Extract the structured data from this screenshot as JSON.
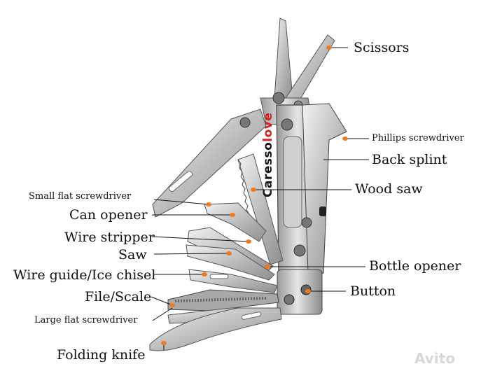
{
  "brand": {
    "part1": "Caresso",
    "part2": "love",
    "color_dark": "#151515",
    "color_accent": "#d42020"
  },
  "watermark": "Avito",
  "pointer_color": "#f07a22",
  "labels": {
    "scissors": "Scissors",
    "phillips": "Phillips screwdriver",
    "back_splint": "Back splint",
    "wood_saw": "Wood saw",
    "small_flat": "Small flat screwdriver",
    "can_opener": "Can opener",
    "wire_stripper": "Wire stripper",
    "saw": "Saw",
    "bottle_opener": "Bottle opener",
    "wire_guide": "Wire guide/Ice chisel",
    "button": "Button",
    "file_scale": "File/Scale",
    "large_flat": "Large flat screwdriver",
    "folding_knife": "Folding knife"
  }
}
